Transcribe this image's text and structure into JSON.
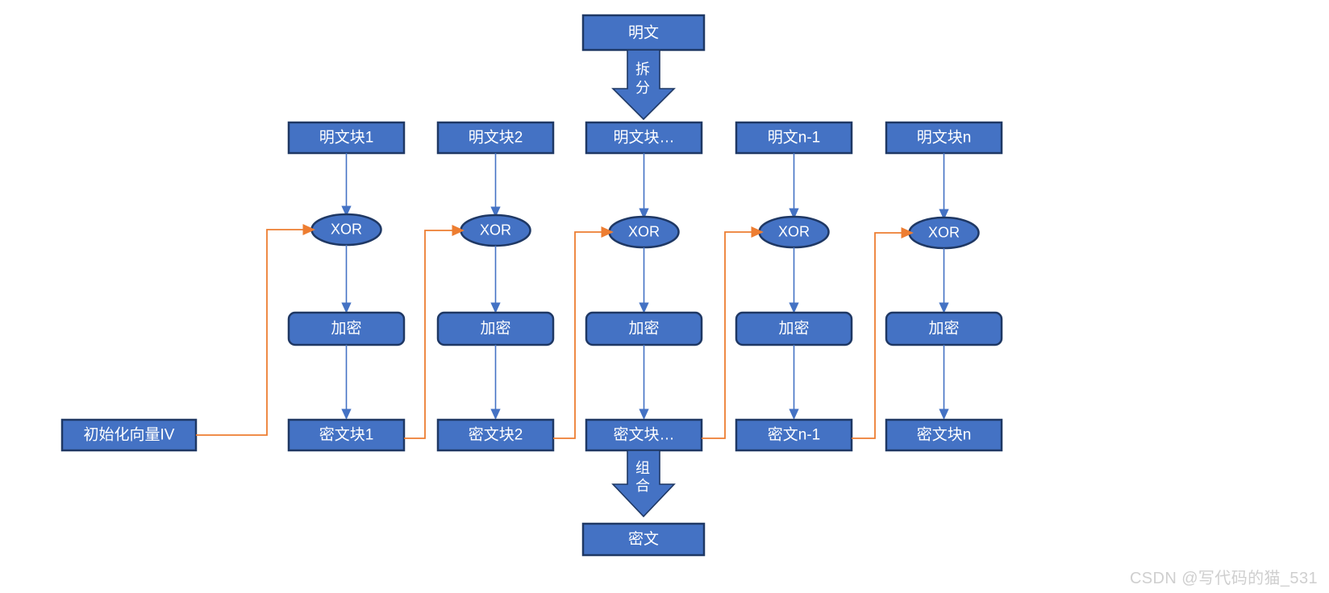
{
  "diagram": {
    "title": "CBC mode block cipher encryption flow",
    "colors": {
      "node_fill": "#4472C4",
      "node_stroke": "#1F3864",
      "flow_arrow": "#4472C4",
      "feedback_arrow": "#ED7D31",
      "feedback_arrow_light": "#F4B183",
      "label_text": "#FFFFFF",
      "watermark": "#CFCFCF",
      "background": "#FFFFFF"
    },
    "top": {
      "plaintext_label": "明文",
      "split_arrow_label": "拆分"
    },
    "bottom": {
      "combine_arrow_label": "组合",
      "ciphertext_label": "密文"
    },
    "iv": {
      "label": "初始化向量IV"
    },
    "xor_label": "XOR",
    "encrypt_label": "加密",
    "columns": [
      {
        "plaintext": "明文块1",
        "ciphertext": "密文块1"
      },
      {
        "plaintext": "明文块2",
        "ciphertext": "密文块2"
      },
      {
        "plaintext": "明文块…",
        "ciphertext": "密文块…"
      },
      {
        "plaintext": "明文n-1",
        "ciphertext": "密文n-1"
      },
      {
        "plaintext": "明文块n",
        "ciphertext": "密文块n"
      }
    ]
  },
  "watermark": {
    "text": "CSDN @写代码的猫_531"
  }
}
